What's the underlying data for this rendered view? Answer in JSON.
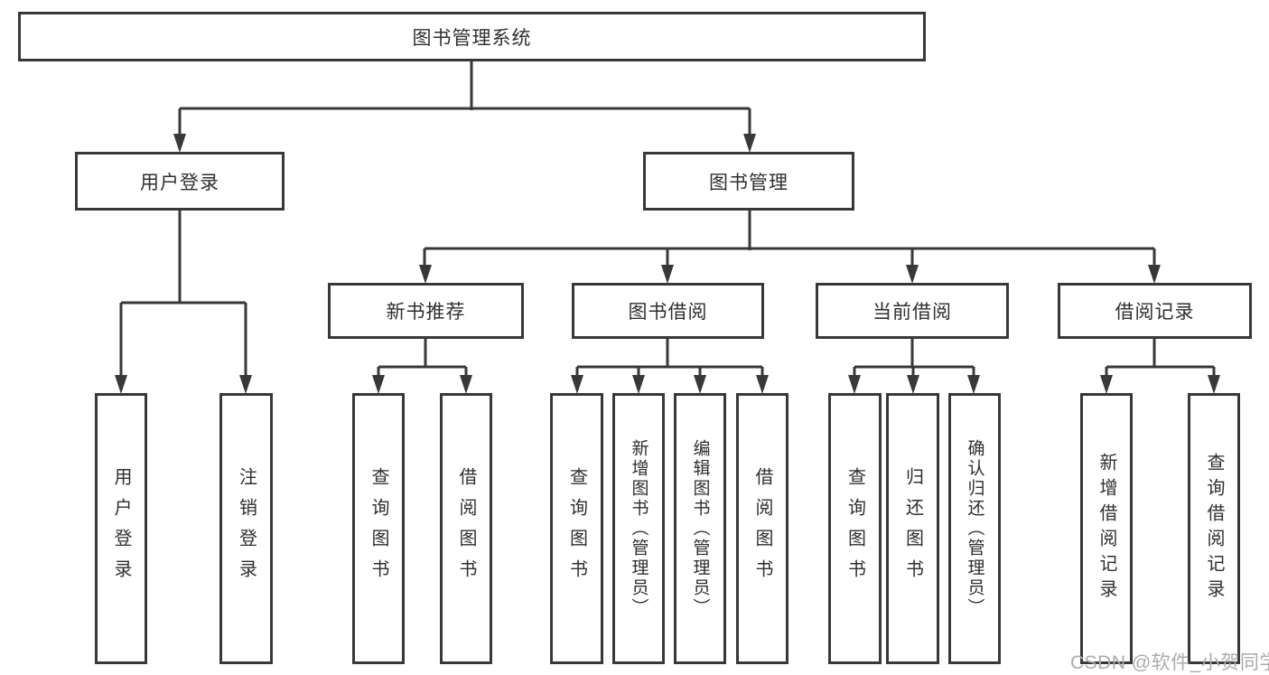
{
  "colors": {
    "line": "#383838",
    "text": "#2f2f2f",
    "box_bg": "#ffffff",
    "canvas_bg": "#ffffff",
    "watermark": "#ababab"
  },
  "watermark": "CSDN @软件_小贺同学",
  "tree": {
    "root": {
      "label": "图书管理系统",
      "children": [
        {
          "label": "用户登录",
          "children": [
            {
              "label": "用户登录"
            },
            {
              "label": "注销登录"
            }
          ]
        },
        {
          "label": "图书管理",
          "children": [
            {
              "label": "新书推荐",
              "children": [
                {
                  "label": "查询图书"
                },
                {
                  "label": "借阅图书"
                }
              ]
            },
            {
              "label": "图书借阅",
              "children": [
                {
                  "label": "查询图书"
                },
                {
                  "label": "新增图书（管理员）"
                },
                {
                  "label": "编辑图书（管理员）"
                },
                {
                  "label": "借阅图书"
                }
              ]
            },
            {
              "label": "当前借阅",
              "children": [
                {
                  "label": "查询图书"
                },
                {
                  "label": "归还图书"
                },
                {
                  "label": "确认归还（管理员）"
                }
              ]
            },
            {
              "label": "借阅记录",
              "children": [
                {
                  "label": "新增借阅记录"
                },
                {
                  "label": "查询借阅记录"
                }
              ]
            }
          ]
        }
      ]
    }
  }
}
